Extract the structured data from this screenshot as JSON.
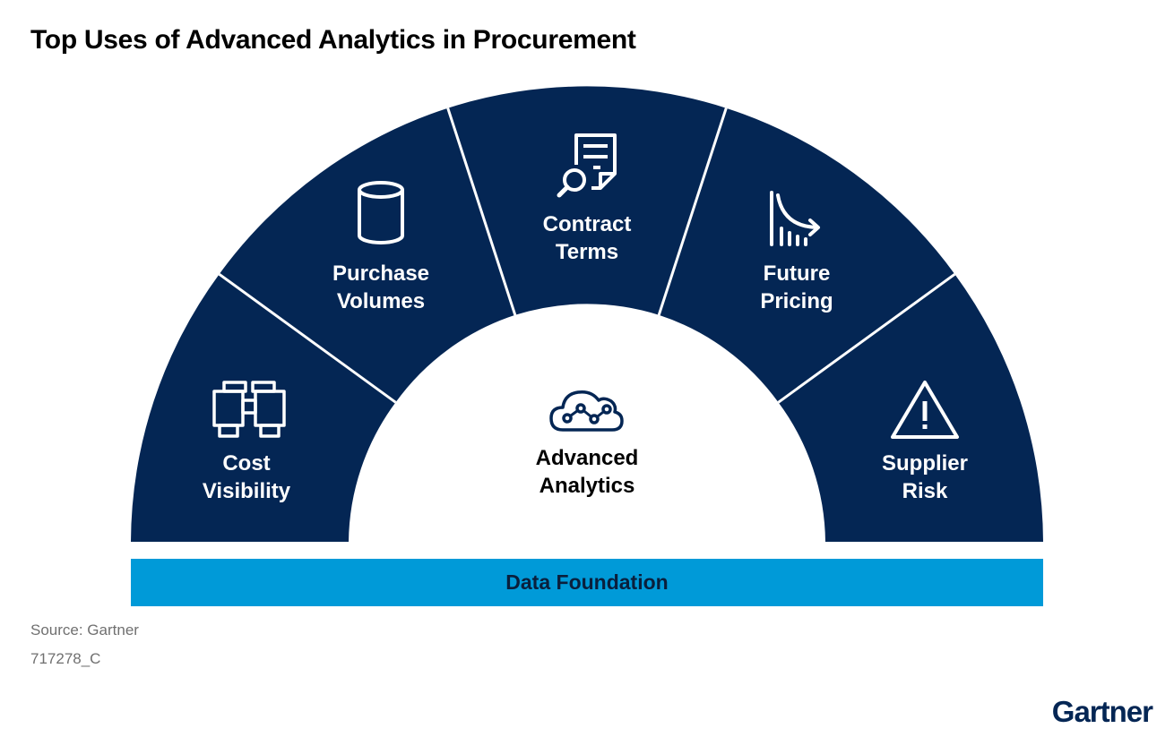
{
  "title": "Top Uses of Advanced Analytics in Procurement",
  "colors": {
    "segment": "#042654",
    "separator": "#ffffff",
    "foundation": "#009ad8",
    "title": "#000000",
    "footnote": "#707070",
    "logo": "#042654"
  },
  "segments": [
    {
      "line1": "Cost",
      "line2": "Visibility",
      "icon": "binoculars-icon"
    },
    {
      "line1": "Purchase",
      "line2": "Volumes",
      "icon": "database-cylinder-icon"
    },
    {
      "line1": "Contract",
      "line2": "Terms",
      "icon": "document-search-icon"
    },
    {
      "line1": "Future",
      "line2": "Pricing",
      "icon": "trend-down-chart-icon"
    },
    {
      "line1": "Supplier",
      "line2": "Risk",
      "icon": "warning-triangle-icon"
    }
  ],
  "center": {
    "line1": "Advanced",
    "line2": "Analytics",
    "icon": "cloud-network-icon"
  },
  "foundation": {
    "label": "Data Foundation"
  },
  "footer": {
    "source": "Source: Gartner",
    "code": "717278_C",
    "logo": "Gartner"
  }
}
